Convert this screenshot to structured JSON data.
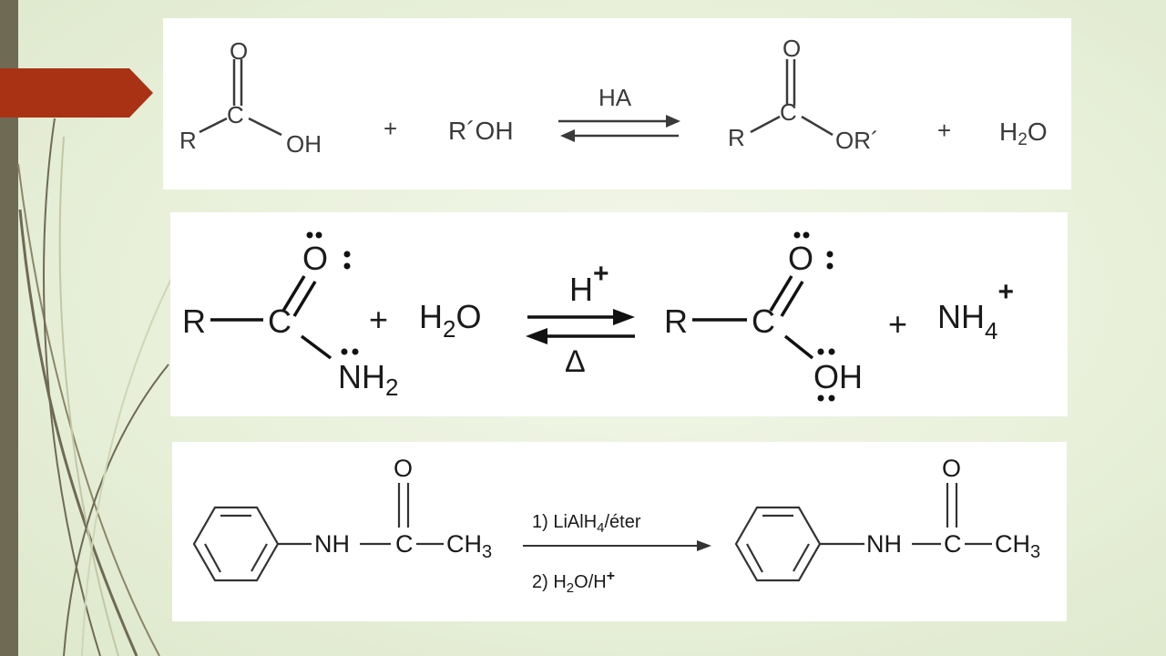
{
  "slide": {
    "accent_color": "#a93214",
    "side_bar_color": "#6f6a54",
    "background_color": "#e9f0db"
  },
  "reaction1": {
    "reactant_acid": {
      "O": "O",
      "C": "C",
      "R": "R",
      "OH": "OH"
    },
    "plus1": "+",
    "alcohol": "R´OH",
    "condition": "HA",
    "product_ester": {
      "O": "O",
      "C": "C",
      "R": "R",
      "OR": "OR´"
    },
    "plus2": "+",
    "water": {
      "H": "H",
      "sub": "2",
      "O": "O"
    }
  },
  "reaction2": {
    "amide": {
      "O": "O",
      "R": "R",
      "C": "C",
      "N": "N",
      "H": "H",
      "sub": "2"
    },
    "plus1": "+",
    "water": {
      "H": "H",
      "sub": "2",
      "O": "O"
    },
    "condition_top": {
      "text": "H",
      "sup": "+"
    },
    "condition_bottom": "Δ",
    "acid": {
      "O": "O",
      "R": "R",
      "C": "C",
      "OH": "OH"
    },
    "plus2": "+",
    "ammonium": {
      "text": "NH",
      "sub": "4",
      "sup": "+"
    }
  },
  "reaction3": {
    "reactant": {
      "NH": "NH",
      "C": "C",
      "O": "O",
      "CH": "CH",
      "sub": "3"
    },
    "step1": {
      "text": "1) LiAlH",
      "sub": "4",
      "after": "/éter"
    },
    "step2": {
      "text": "2) H",
      "sub": "2",
      "after": "O/H",
      "sup": "+"
    },
    "product": {
      "NH": "NH",
      "C": "C",
      "O": "O",
      "CH": "CH",
      "sub": "3"
    }
  }
}
